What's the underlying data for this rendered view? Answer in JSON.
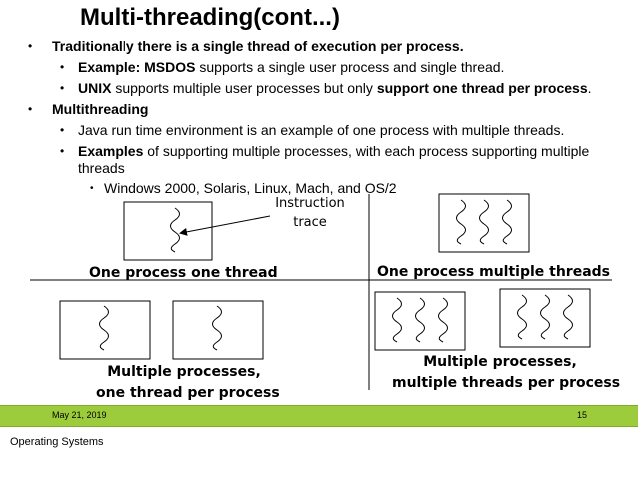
{
  "slide": {
    "title": "Multi-threading(cont...)",
    "bullets": {
      "b1": {
        "p1": "Traditional",
        "p2": "l",
        "p3": "y",
        "p4": " there is a single thread of execution per process."
      },
      "b1a": {
        "p1": "Example: MSDOS",
        "p2": " supports a single user process and single thread."
      },
      "b1b": {
        "p1": "UNIX",
        "p2": " supports multiple user processes but only ",
        "p3": "support one thread per process",
        "p4": "."
      },
      "b2": {
        "p1": "Multithreading"
      },
      "b2a": {
        "p1": "Java run time environment is an example of one process with multiple threads."
      },
      "b2b": {
        "p1": "Examples",
        "p2": " of supporting multiple processes, with each process supporting multiple",
        "p3": "threads"
      },
      "b2b1": {
        "p1": "Windows 2000, Solaris, Linux, Mach, and OS/2"
      }
    },
    "bullet_chars": {
      "l1": "•",
      "l2": "•",
      "l3": "•"
    }
  },
  "diagram": {
    "instruction_trace_line1": "Instruction",
    "instruction_trace_line2": "trace",
    "label_one_one": "One process one thread",
    "label_one_multi": "One process multiple threads",
    "label_multi_one_line1": "Multiple processes,",
    "label_multi_one_line2": "one thread per process",
    "label_multi_multi_line1": "Multiple processes,",
    "label_multi_multi_line2": "multiple threads per process"
  },
  "footer": {
    "date": "May 21, 2019",
    "page": "15",
    "course": "Operating Systems",
    "bar_color": "#9ccc3c"
  }
}
